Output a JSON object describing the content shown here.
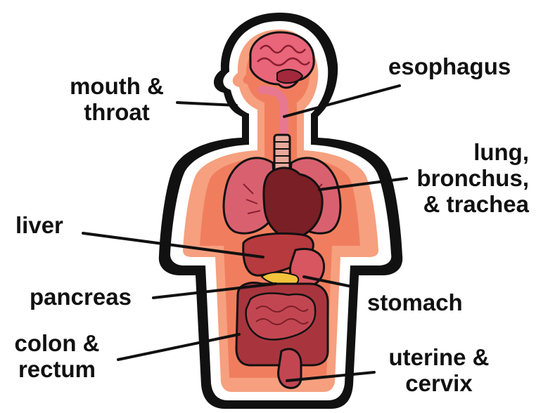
{
  "labels": {
    "mouth_throat": {
      "line1": "mouth &",
      "line2": "throat"
    },
    "esophagus": "esophagus",
    "lung": {
      "line1": "lung,",
      "line2": "bronchus,",
      "line3": "& trachea"
    },
    "liver": "liver",
    "pancreas": "pancreas",
    "stomach": "stomach",
    "colon": {
      "line1": "colon &",
      "line2": "rectum"
    },
    "uterine": {
      "line1": "uterine &",
      "line2": "cervix"
    }
  },
  "colors": {
    "body_outline": "#111111",
    "body_skin_outer": "#f6a07f",
    "body_skin_inner": "#f07e5e",
    "brain": "#e9657a",
    "lung": "#d9616f",
    "heart": "#7a1f25",
    "liver": "#b73a3e",
    "stomach": "#d85660",
    "pancreas": "#f2c33b",
    "gallbladder": "#9dbb3c",
    "intestine_small": "#c24652",
    "intestine_large": "#a8353e",
    "leader_line": "#111111"
  },
  "icons": [
    "human-body-illustration",
    "brain-icon",
    "lungs-icon",
    "heart-icon",
    "liver-icon",
    "stomach-icon",
    "pancreas-icon",
    "intestines-icon",
    "uterus-icon"
  ]
}
